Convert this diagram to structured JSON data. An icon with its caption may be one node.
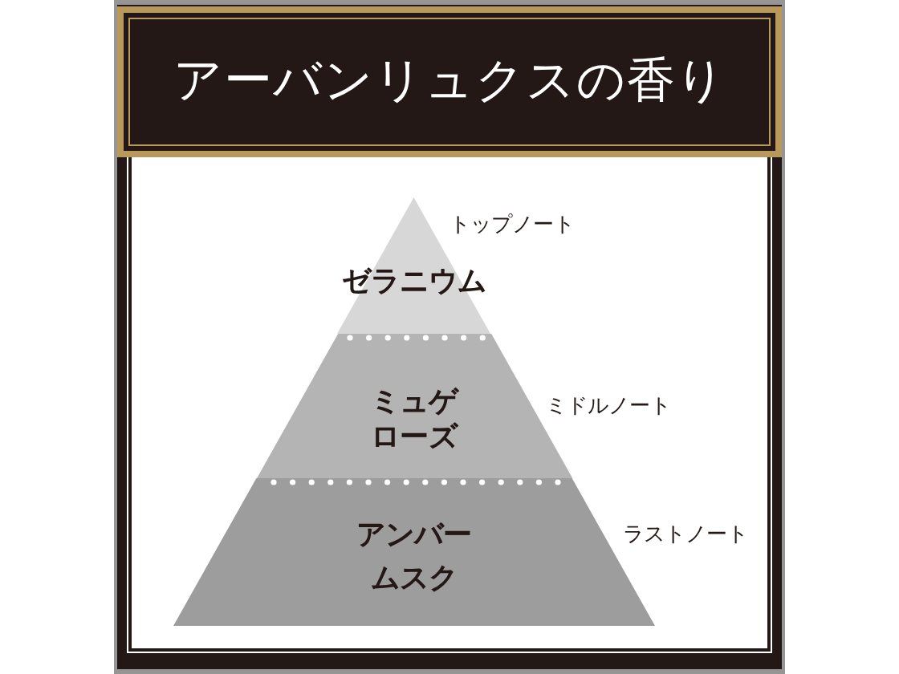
{
  "diagram": {
    "title": "アーバンリュクスの香り",
    "nodes": [
      {
        "text": [
          "ゼラニウム"
        ],
        "beside": [
          "トップノート"
        ]
      },
      {
        "text": [
          "ミュゲ",
          "ローズ"
        ],
        "beside": [
          "ミドルノート"
        ]
      },
      {
        "text": [
          "アンバー",
          "ムスク"
        ],
        "beside": [
          "ラストノート"
        ]
      }
    ]
  }
}
